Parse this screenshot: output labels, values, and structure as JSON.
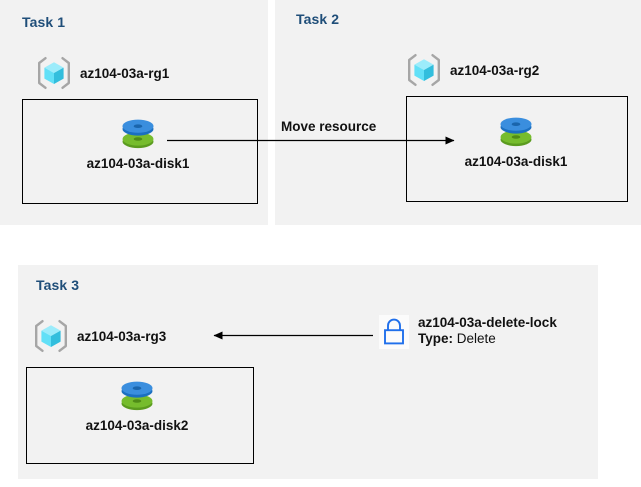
{
  "diagram": {
    "title": "Azure resource group tasks diagram",
    "colors": {
      "panel_background": "#f2f2f2",
      "page_background": "#ffffff",
      "heading_blue": "#1f4e79",
      "border_black": "#000000",
      "resource_group_cube": "#50e6ff",
      "resource_group_bracket": "#a0a0a0",
      "disk_top_blue": "#3c8fdb",
      "disk_bottom_green": "#6eb830",
      "lock_blue": "#1f6feb",
      "text_black": "#111111"
    },
    "panels": [
      {
        "id": "task1",
        "title": "Task 1",
        "resource_group": {
          "icon": "resource-group-cube-icon",
          "label": "az104-03a-rg1"
        },
        "resources": [
          {
            "icon": "managed-disk-icon",
            "label": "az104-03a-disk1"
          }
        ]
      },
      {
        "id": "task2",
        "title": "Task 2",
        "resource_group": {
          "icon": "resource-group-cube-icon",
          "label": "az104-03a-rg2"
        },
        "resources": [
          {
            "icon": "managed-disk-icon",
            "label": "az104-03a-disk1"
          }
        ]
      },
      {
        "id": "task3",
        "title": "Task 3",
        "resource_group": {
          "icon": "resource-group-cube-icon",
          "label": "az104-03a-rg3"
        },
        "resources": [
          {
            "icon": "managed-disk-icon",
            "label": "az104-03a-disk2"
          }
        ],
        "lock": {
          "icon": "padlock-icon",
          "name": "az104-03a-delete-lock",
          "type_key": "Type:",
          "type_value": "Delete"
        }
      }
    ],
    "connectors": [
      {
        "id": "move-resource-arrow",
        "caption": "Move resource",
        "direction": "right",
        "from": "az104-03a-disk1 (Task 1)",
        "to": "az104-03a-disk1 (Task 2)"
      },
      {
        "id": "delete-lock-arrow",
        "caption": "",
        "direction": "left",
        "from": "az104-03a-delete-lock",
        "to": "az104-03a-rg3"
      }
    ]
  }
}
